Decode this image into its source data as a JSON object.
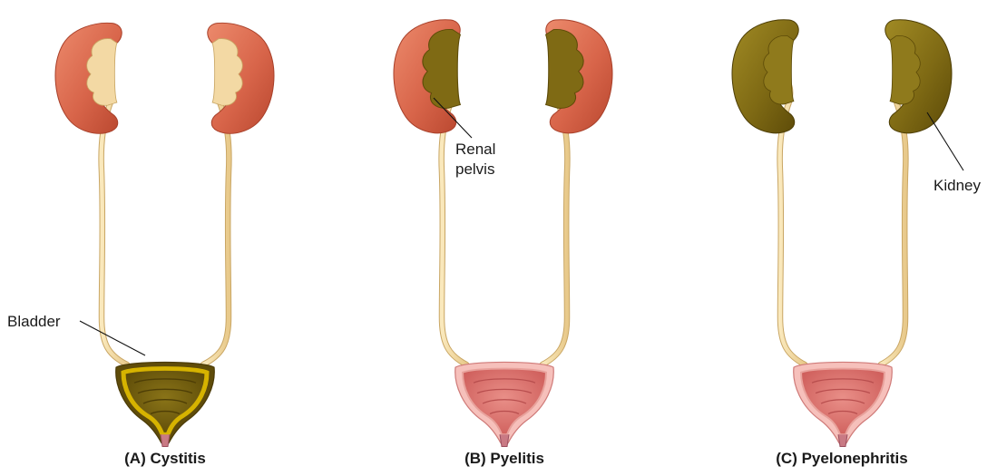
{
  "panels": [
    {
      "caption": "(A) Cystitis"
    },
    {
      "caption": "(B) Pyelitis"
    },
    {
      "caption": "(C) Pyelonephritis"
    }
  ],
  "labels": {
    "bladder": "Bladder",
    "renal_pelvis_line1": "Renal",
    "renal_pelvis_line2": "pelvis",
    "kidney": "Kidney"
  },
  "colors": {
    "healthy_kidney": "#d8654a",
    "infected": "#7a6512",
    "ureter": "#f3dca0",
    "healthy_bladder": "#f2a49c",
    "infected_bladder": "#6a560c"
  }
}
